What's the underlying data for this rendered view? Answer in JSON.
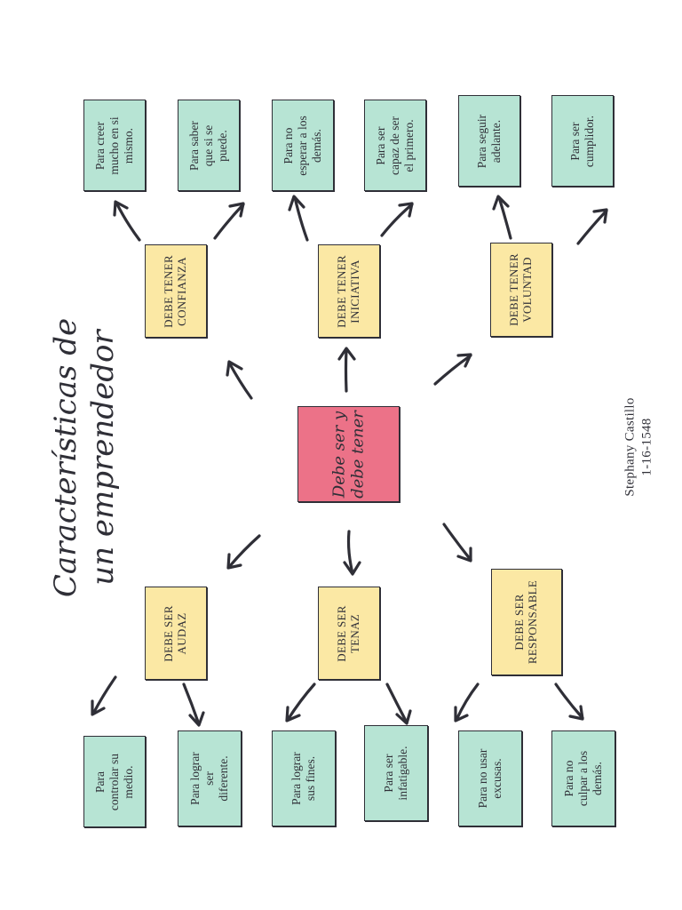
{
  "title": {
    "line1": "Características de",
    "line2": "un emprendedor"
  },
  "center": {
    "line1": "Debe ser y",
    "line2": "debe tener"
  },
  "author": {
    "name": "Stephany Castillo",
    "id": "1-16-1548"
  },
  "tener": [
    {
      "label_line1": "DEBE TENER",
      "label_line2": "CONFIANZA",
      "items": [
        "Para creer mucho en si mismo.",
        "Para saber que si se puede."
      ]
    },
    {
      "label_line1": "DEBE TENER",
      "label_line2": "INICIATIVA",
      "items": [
        "Para no esperar a los demás.",
        "Para ser capaz de ser el primero."
      ]
    },
    {
      "label_line1": "DEBE TENER",
      "label_line2": "VOLUNTAD",
      "items": [
        "Para seguir adelante.",
        "Para ser cumplidor."
      ]
    }
  ],
  "ser": [
    {
      "label_line1": "DEBE SER",
      "label_line2": "AUDAZ",
      "items": [
        "Para controlar su medio.",
        "Para lograr ser diferente."
      ]
    },
    {
      "label_line1": "DEBE SER",
      "label_line2": "TENAZ",
      "items": [
        "Para lograr sus fines.",
        "Para ser infatigable."
      ]
    },
    {
      "label_line1": "DEBE SER",
      "label_line2": "RESPONSABLE",
      "items": [
        "Para no usar excusas.",
        "Para no culpar a los demás."
      ]
    }
  ],
  "colors": {
    "leaf": "#b7e4d4",
    "category": "#fbe8a4",
    "center": "#ec7288",
    "ink": "#2f2f37"
  }
}
